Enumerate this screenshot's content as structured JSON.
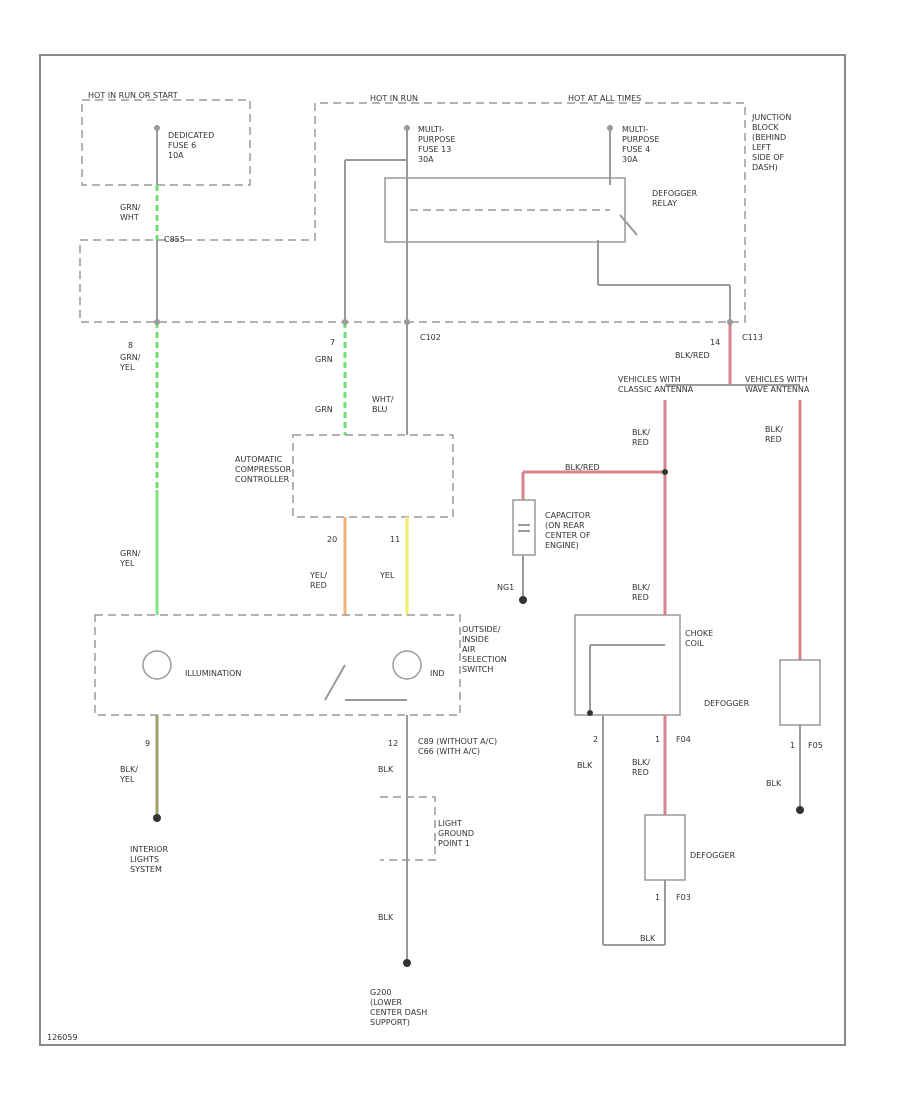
{
  "labels": {
    "hot_in_run": "HOT IN RUN OR START",
    "hot_run": "HOT IN RUN",
    "hot_all": "HOT AT ALL TIMES",
    "dedicated_fuse": "DEDICATED\nFUSE 6\n10A",
    "mpf_13": "MULTI-\nPURPOSE\nFUSE 13\n30A",
    "mpf_4": "MULTI-\nPURPOSE\nFUSE 4\n30A",
    "junction_block": "JUNCTION\nBLOCK\n(BEHIND\nLEFT\nSIDE OF\nDASH)",
    "defogger_relay": "DEFOGGER\nRELAY",
    "c855": "C855",
    "c102": "C102",
    "c113": "C113",
    "grn_wht": "GRN/\nWHT",
    "grn_yel_1": "GRN/\nYEL",
    "grn_1": "GRN",
    "grn_2": "GRN",
    "wht_blu": "WHT/\nBLU",
    "blk_red_c113": "BLK/RED",
    "vehicles_classic": "VEHICLES WITH\nCLASSIC ANTENNA",
    "vehicles_wave": "VEHICLES WITH\nWAVE ANTENNA",
    "blk_red_1": "BLK/\nRED",
    "blk_red_2": "BLK/\nRED",
    "blk_red_wave": "BLK/\nRED",
    "blk_red_cap": "BLK/RED",
    "acc": "AUTOMATIC\nCOMPRESSOR\nCONTROLLER",
    "grn_yel_2": "GRN/\nYEL",
    "yel_red": "YEL/\nRED",
    "yel": "YEL",
    "pin_20": "20",
    "pin_11": "11",
    "pin_8": "8",
    "pin_7": "7",
    "pin_9": "9",
    "pin_12": "12",
    "pin_14": "14",
    "pin_1a": "1",
    "pin_2a": "2",
    "capacitor": "CAPACITOR\n(ON REAR\nCENTER OF\nENGINE)",
    "ng1": "NG1",
    "choke_coil": "CHOKE\nCOIL",
    "illumination": "ILLUMINATION",
    "outside_switch": "OUTSIDE/\nINSIDE\nAIR\nSELECTION\nSWITCH",
    "ind": "IND",
    "blk_yel": "BLK/\nYEL",
    "interior_lights": "INTERIOR\nLIGHTS\nSYSTEM",
    "c89": "C89 (WITHOUT A/C)\nC66 (WITH A/C)",
    "blk_1": "BLK",
    "light_ground": "LIGHT\nGROUND\nPOINT 1",
    "blk_2": "BLK",
    "g200": "G200\n(LOWER\nCENTER DASH\nSUPPORT)",
    "defogger_wave": "DEFOGGER",
    "defogger_classic": "DEFOGGER",
    "blk_3": "BLK",
    "blk_4": "BLK",
    "blk_5": "BLK",
    "f04": "F04",
    "f05": "F05",
    "f03": "F03",
    "pin_1_f04": "1",
    "pin_2_f04": "2",
    "pin_1_f05": "1",
    "pin_1_f03": "1",
    "ref": "126059"
  },
  "colors": {
    "green": "#7ee67e",
    "red": "#d9848c",
    "orange": "#f3b27a",
    "yellow": "#f0ee6a",
    "gray": "#9a9a9a"
  }
}
